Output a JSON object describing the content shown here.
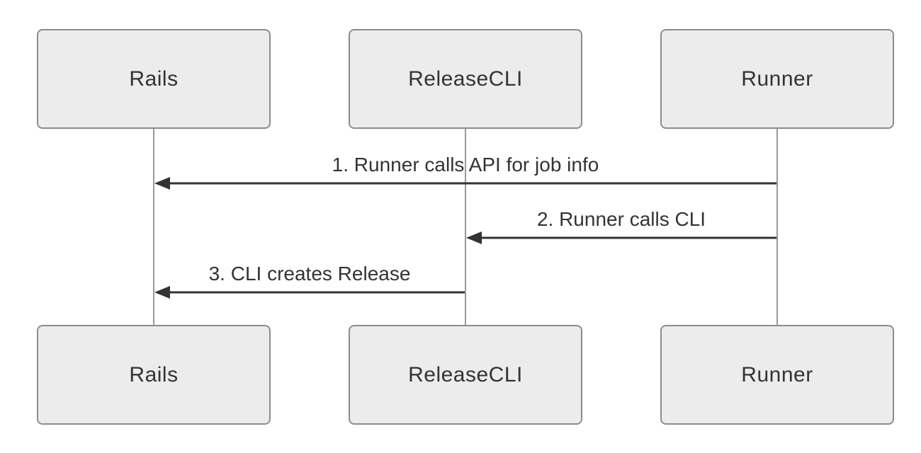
{
  "diagram": {
    "type": "sequence-diagram",
    "actors": [
      {
        "id": "rails",
        "label": "Rails"
      },
      {
        "id": "releasecli",
        "label": "ReleaseCLI"
      },
      {
        "id": "runner",
        "label": "Runner"
      }
    ],
    "messages": [
      {
        "order": 1,
        "from": "runner",
        "to": "rails",
        "label": "1. Runner calls API for job info"
      },
      {
        "order": 2,
        "from": "runner",
        "to": "releasecli",
        "label": "2. Runner calls CLI"
      },
      {
        "order": 3,
        "from": "releasecli",
        "to": "rails",
        "label": "3. CLI creates Release"
      }
    ],
    "colors": {
      "background": "#ffffff",
      "actor_fill": "#ececec",
      "actor_border": "#8c8c8c",
      "text": "#333333",
      "lifeline": "#999999",
      "arrow": "#333333"
    }
  }
}
